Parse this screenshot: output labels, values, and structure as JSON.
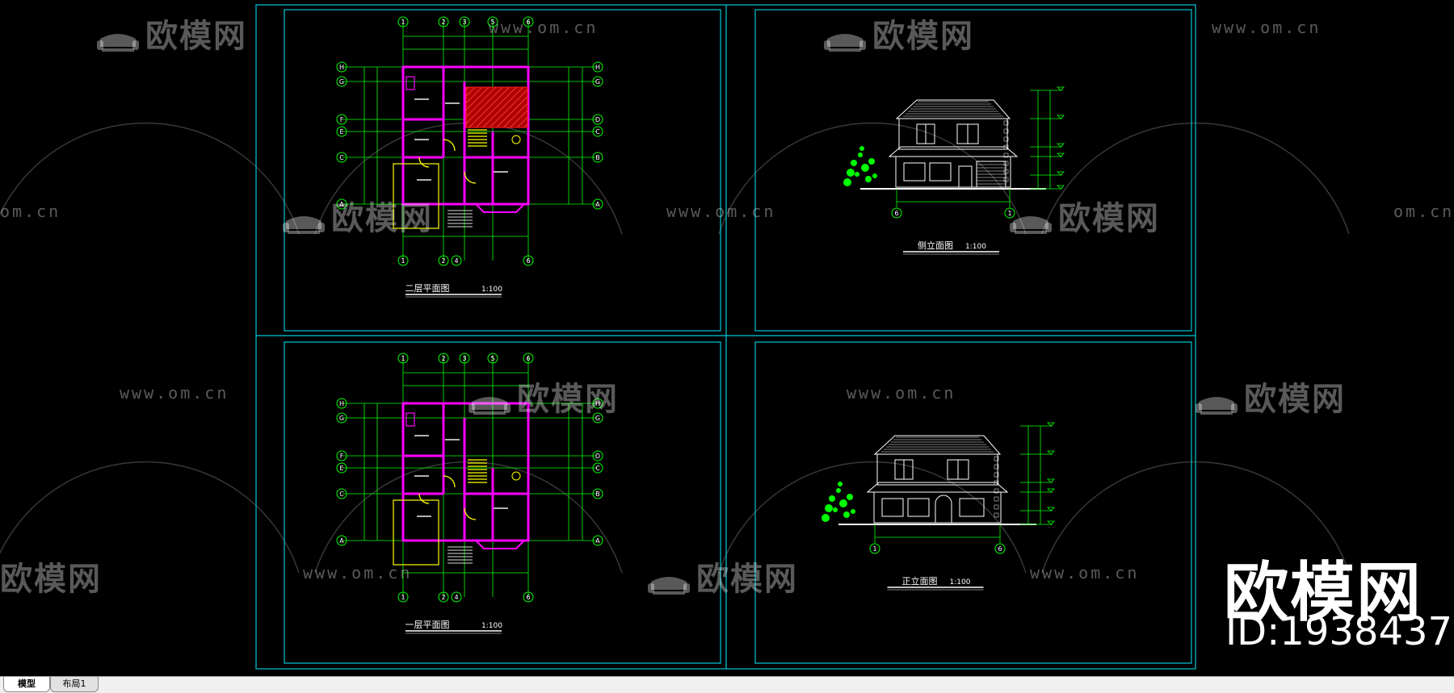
{
  "app": {
    "title": ""
  },
  "watermarks": {
    "brand": "欧模网",
    "url": "www.om.cn",
    "url_partial": "om.cn",
    "brand_partial": "欧模网"
  },
  "brand_overlay": {
    "name": "欧模网",
    "id_text": "ID:1938437"
  },
  "sheets": [
    {
      "name": "second-floor-plan",
      "title": "二层平面图",
      "scale": "1:100"
    },
    {
      "name": "side-elevation",
      "title": "侧立面图",
      "scale": "1:100"
    },
    {
      "name": "first-floor-plan",
      "title": "一层平面图",
      "scale": "1:100"
    },
    {
      "name": "front-elevation",
      "title": "正立面图",
      "scale": "1:100"
    }
  ],
  "grid_labels": {
    "columns": [
      "1",
      "2",
      "3",
      "5",
      "6"
    ],
    "columns_bottom": [
      "1",
      "2",
      "4",
      "6"
    ],
    "rows": [
      "H",
      "G",
      "F",
      "E",
      "C",
      "A"
    ],
    "rows_right": [
      "H",
      "G",
      "D",
      "C",
      "B",
      "A"
    ],
    "elev_side": [
      "6",
      "1"
    ],
    "elev_front": [
      "1",
      "6"
    ]
  },
  "tabs": [
    {
      "label": "模型",
      "active": true
    },
    {
      "label": "布局1",
      "active": false
    }
  ],
  "colors": {
    "background": "#000000",
    "frame": "#00c8d8",
    "wall": "#ff00ff",
    "grid": "#00ff00",
    "roof": "#ff2020",
    "door": "#ffff00",
    "text": "#ffffff"
  }
}
